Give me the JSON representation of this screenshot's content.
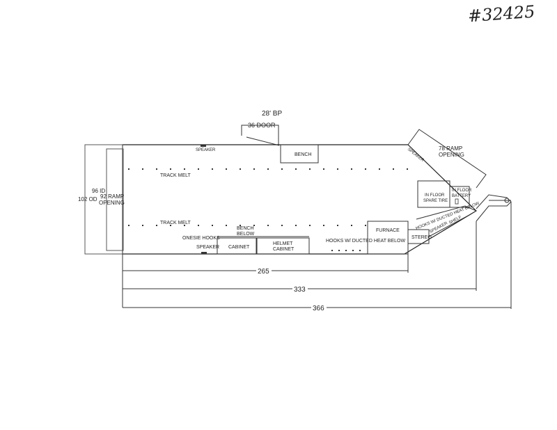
{
  "drawing_number": "#32425",
  "trailer_length_label": "28' BP",
  "side_door_label": "36 DOOR",
  "rear": {
    "outside_width": "102 OD",
    "inside_width": "96 ID",
    "ramp_label_line1": "92 RAMP",
    "ramp_label_line2": "OPENING"
  },
  "front_ramp": {
    "line1": "78 RAMP",
    "line2": "OPENING"
  },
  "labels": {
    "speaker_top": "SPEAKER",
    "speaker_front": "SPEAKER",
    "bench_top": "BENCH",
    "track_melt_top": "TRACK MELT",
    "track_melt_bottom": "TRACK MELT",
    "bench_below_line1": "BENCH",
    "bench_below_line2": "BELOW",
    "onesie_hooks": "ONESIE HOOKS",
    "speaker_bottom": "SPEAKER",
    "cabinet": "CABINET",
    "helmet_line1": "HELMET",
    "helmet_line2": "CABINET",
    "hooks_ducted": "HOOKS W/ DUCTED HEAT BELOW",
    "furnace": "FURNACE",
    "stereo": "STEREO",
    "speaker_nose": "SPEAKER",
    "shelf": "SHELF",
    "hooks_ducted_nose": "HOOKS W/ DUCTED HEAT BELOW",
    "spare_line1": "IN FLOOR",
    "spare_line2": "SPARE TIRE",
    "battery_line1": "IN FLOOR",
    "battery_line2": "BATTERY"
  },
  "dimensions": {
    "d1": "265",
    "d2": "333",
    "d3": "366"
  }
}
